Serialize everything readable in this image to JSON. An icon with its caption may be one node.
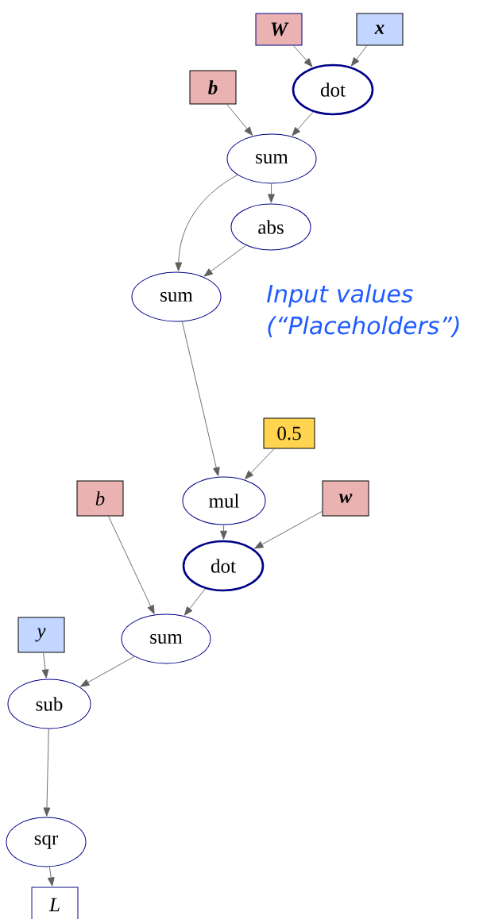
{
  "diagram": {
    "nodes": [
      {
        "text": [
          "W"
        ]
      },
      {
        "text": [
          "x"
        ]
      },
      {
        "text": [
          "b"
        ]
      },
      {
        "text": [
          "dot"
        ]
      },
      {
        "text": [
          "sum"
        ]
      },
      {
        "text": [
          "abs"
        ]
      },
      {
        "text": [
          "sum"
        ]
      },
      {
        "text": [
          "0.5"
        ]
      },
      {
        "text": [
          "b"
        ]
      },
      {
        "text": [
          "mul"
        ]
      },
      {
        "text": [
          "w"
        ]
      },
      {
        "text": [
          "dot"
        ]
      },
      {
        "text": [
          "y"
        ]
      },
      {
        "text": [
          "sum"
        ]
      },
      {
        "text": [
          "sub"
        ]
      },
      {
        "text": [
          "sqr"
        ]
      },
      {
        "text": [
          "L"
        ]
      }
    ],
    "edges": [
      {
        "from": 0,
        "to": 3,
        "arrow": "to"
      },
      {
        "from": 1,
        "to": 3,
        "arrow": "to"
      },
      {
        "from": 2,
        "to": 4,
        "arrow": "to"
      },
      {
        "from": 3,
        "to": 4,
        "arrow": "to"
      },
      {
        "from": 4,
        "to": 5,
        "arrow": "to"
      },
      {
        "from": 4,
        "to": 6,
        "arrow": "to"
      },
      {
        "from": 5,
        "to": 6,
        "arrow": "to"
      },
      {
        "from": 6,
        "to": 9,
        "arrow": "to"
      },
      {
        "from": 7,
        "to": 9,
        "arrow": "to"
      },
      {
        "from": 8,
        "to": 13,
        "arrow": "to"
      },
      {
        "from": 9,
        "to": 11,
        "arrow": "to"
      },
      {
        "from": 10,
        "to": 11,
        "arrow": "to"
      },
      {
        "from": 11,
        "to": 13,
        "arrow": "to"
      },
      {
        "from": 12,
        "to": 14,
        "arrow": "to"
      },
      {
        "from": 13,
        "to": 14,
        "arrow": "to"
      },
      {
        "from": 14,
        "to": 15,
        "arrow": "to"
      },
      {
        "from": 15,
        "to": 16,
        "arrow": "to"
      }
    ],
    "labels": [
      "Input values (“Placeholders”)"
    ]
  }
}
